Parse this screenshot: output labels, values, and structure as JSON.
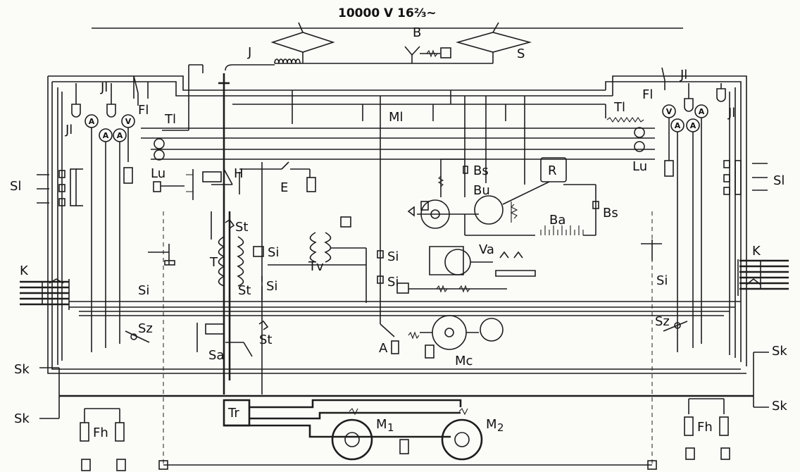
{
  "supply_label": "10000 V 16⅔~",
  "labels": {
    "B": "B",
    "S": "S",
    "J": "J",
    "Ml": "Ml",
    "Jl": "Jl",
    "Fl": "Fl",
    "Tl": "Tl",
    "Lu": "Lu",
    "Sl": "Sl",
    "H": "H",
    "E": "E",
    "Bs": "Bs",
    "Bu": "Bu",
    "R": "R",
    "Ba": "Ba",
    "St": "St",
    "T": "T",
    "Si": "Si",
    "Tv": "Tv",
    "Va": "Va",
    "K": "K",
    "Sz": "Sz",
    "Sa": "Sa",
    "A": "A",
    "Mc": "Mc",
    "Sk": "Sk",
    "Tr": "Tr",
    "Fh": "Fh",
    "M1": "M",
    "M1_sub": "1",
    "M2": "M",
    "M2_sub": "2"
  },
  "meters": {
    "ammeter": "A",
    "voltmeter": "V"
  }
}
